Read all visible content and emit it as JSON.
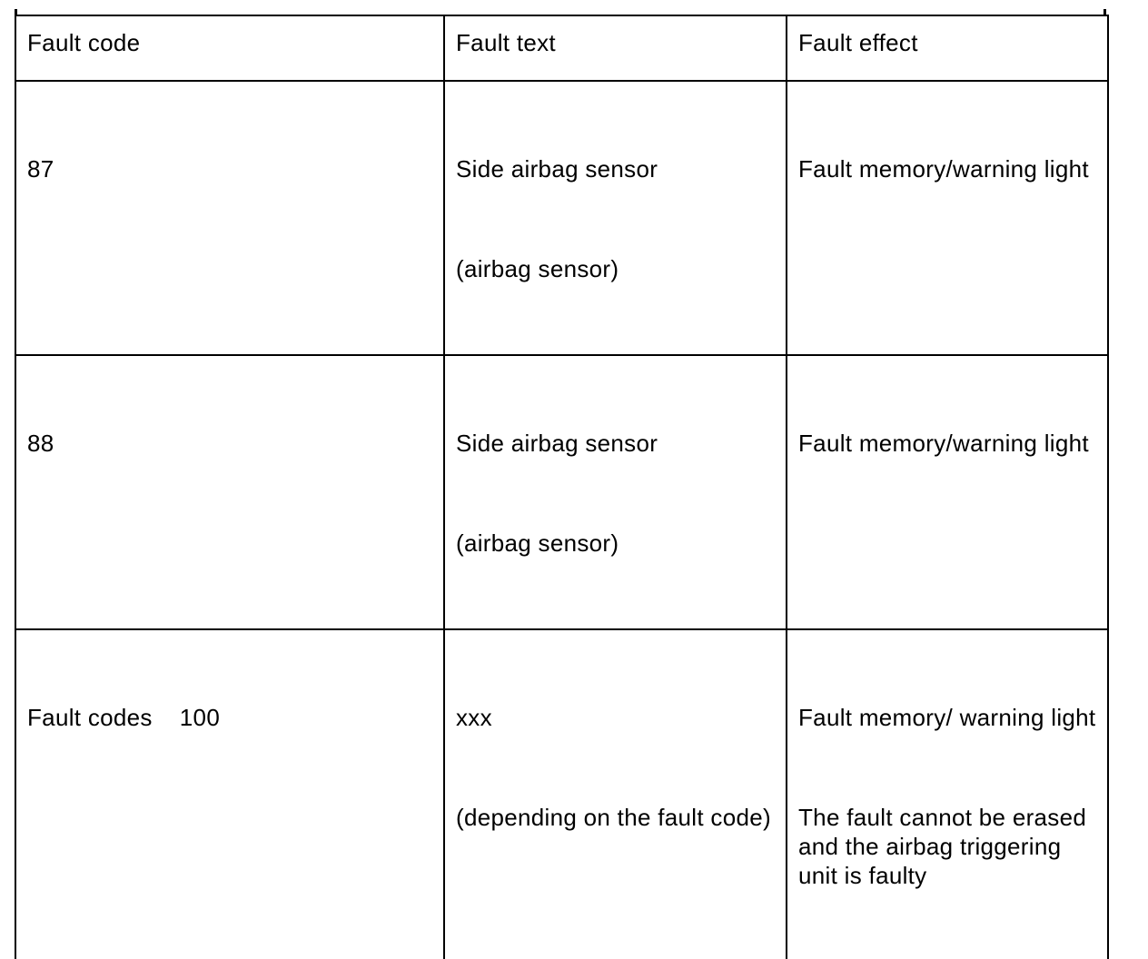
{
  "page": {
    "background_color": "#ffffff",
    "text_color": "#000000"
  },
  "table": {
    "columns": [
      {
        "label": "Fault code"
      },
      {
        "label": "Fault text"
      },
      {
        "label": "Fault effect"
      }
    ],
    "rows": [
      {
        "fault_code": "87",
        "fault_text": [
          "Side airbag sensor",
          "(airbag sensor)"
        ],
        "fault_effect": [
          "Fault memory/warning light"
        ]
      },
      {
        "fault_code": "88",
        "fault_text": [
          "Side airbag sensor",
          "(airbag sensor)"
        ],
        "fault_effect": [
          "Fault memory/warning light"
        ]
      },
      {
        "fault_code": "Fault codes    100",
        "fault_text": [
          "xxx",
          "(depending on the fault code)"
        ],
        "fault_effect": [
          "Fault memory/ warning light",
          "The fault cannot be erased and the airbag triggering unit is faulty"
        ]
      }
    ]
  }
}
